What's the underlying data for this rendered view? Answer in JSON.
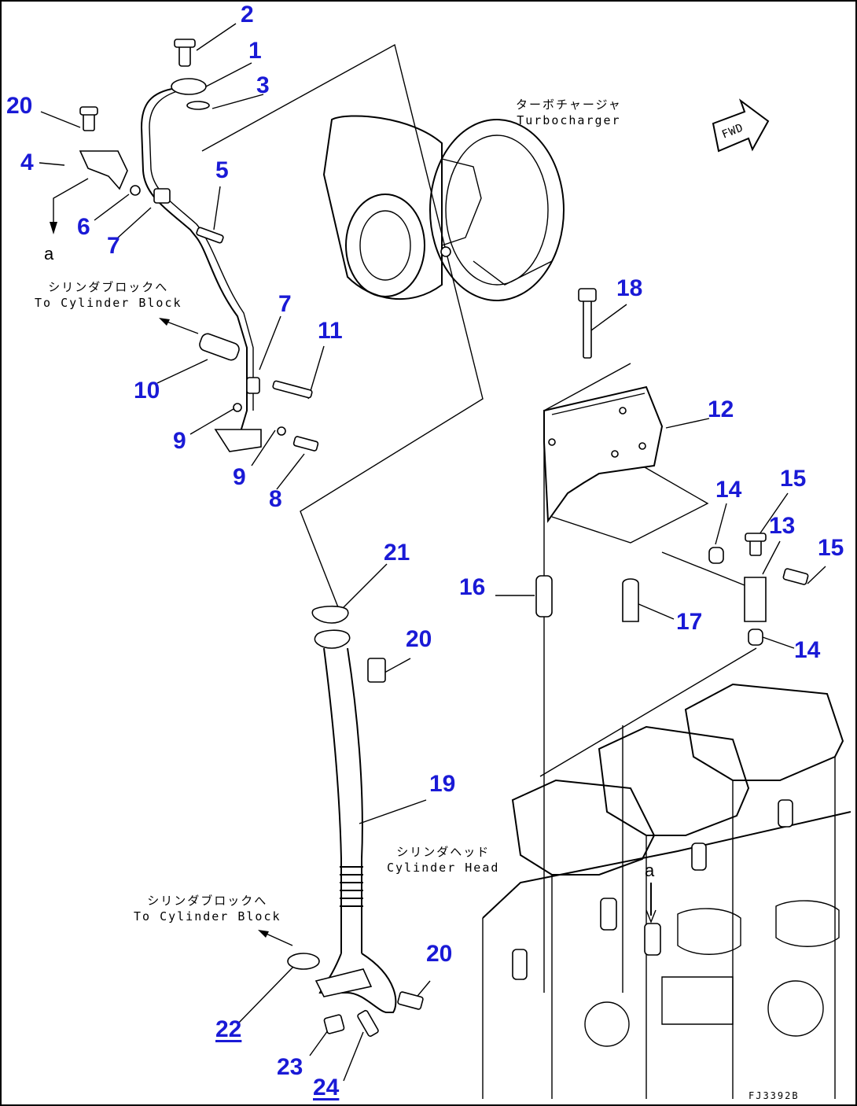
{
  "drawing_code": "FJ3392B",
  "fwd_label": "FWD",
  "ref_marks": {
    "top": "a",
    "head": "a"
  },
  "notes": {
    "turbocharger": {
      "jp": "ターボチャージャ",
      "en": "Turbocharger"
    },
    "to_block_upper": {
      "jp": "シリンダブロックへ",
      "en": "To Cylinder Block"
    },
    "cylinder_head": {
      "jp": "シリンダヘッド",
      "en": "Cylinder Head"
    },
    "to_block_lower": {
      "jp": "シリンダブロックへ",
      "en": "To Cylinder Block"
    }
  },
  "callouts": [
    {
      "id": "c2",
      "label": "2"
    },
    {
      "id": "c1",
      "label": "1"
    },
    {
      "id": "c3",
      "label": "3"
    },
    {
      "id": "c20a",
      "label": "20"
    },
    {
      "id": "c4",
      "label": "4"
    },
    {
      "id": "c5",
      "label": "5"
    },
    {
      "id": "c6",
      "label": "6"
    },
    {
      "id": "c7a",
      "label": "7"
    },
    {
      "id": "c7b",
      "label": "7"
    },
    {
      "id": "c11",
      "label": "11"
    },
    {
      "id": "c10",
      "label": "10"
    },
    {
      "id": "c9a",
      "label": "9"
    },
    {
      "id": "c9b",
      "label": "9"
    },
    {
      "id": "c8",
      "label": "8"
    },
    {
      "id": "c18",
      "label": "18"
    },
    {
      "id": "c12",
      "label": "12"
    },
    {
      "id": "c14a",
      "label": "14"
    },
    {
      "id": "c15a",
      "label": "15"
    },
    {
      "id": "c13",
      "label": "13"
    },
    {
      "id": "c15b",
      "label": "15"
    },
    {
      "id": "c21",
      "label": "21"
    },
    {
      "id": "c16",
      "label": "16"
    },
    {
      "id": "c17",
      "label": "17"
    },
    {
      "id": "c14b",
      "label": "14"
    },
    {
      "id": "c20b",
      "label": "20"
    },
    {
      "id": "c19",
      "label": "19"
    },
    {
      "id": "c20c",
      "label": "20"
    },
    {
      "id": "c22",
      "label": "22"
    },
    {
      "id": "c23",
      "label": "23"
    },
    {
      "id": "c24",
      "label": "24"
    }
  ]
}
